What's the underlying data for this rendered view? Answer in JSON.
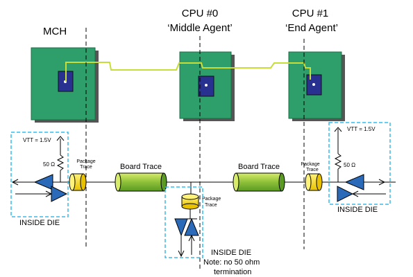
{
  "labels": {
    "mch": "MCH",
    "cpu0_line1": "CPU #0",
    "cpu0_line2": "‘Middle Agent’",
    "cpu1_line1": "CPU #1",
    "cpu1_line2": "‘End Agent’",
    "vtt_left": "VTT = 1.5V",
    "vtt_right": "VTT = 1.5V",
    "res_left": "50 Ω",
    "res_right": "50 Ω",
    "pkg_left_1": "Package",
    "pkg_left_2": "Trace",
    "pkg_mid_1": "Package",
    "pkg_mid_2": "Trace",
    "pkg_right_1": "Package",
    "pkg_right_2": "Trace",
    "board_trace_left": "Board Trace",
    "board_trace_right": "Board Trace",
    "inside_die_left": "INSIDE DIE",
    "inside_die_mid": "INSIDE DIE",
    "inside_die_right": "INSIDE DIE",
    "note_line1": "Note: no 50 ohm",
    "note_line2": "termination"
  },
  "colors": {
    "package_green": "#2e9e6a",
    "die_blue": "#283090",
    "trace_yellow_green": "#c8dd3a",
    "board_trace_green": "#9ccc40",
    "package_trace_yellow": "#ffe000",
    "driver_blue": "#2a6ab8",
    "dashed_cyan": "#33bbee"
  }
}
